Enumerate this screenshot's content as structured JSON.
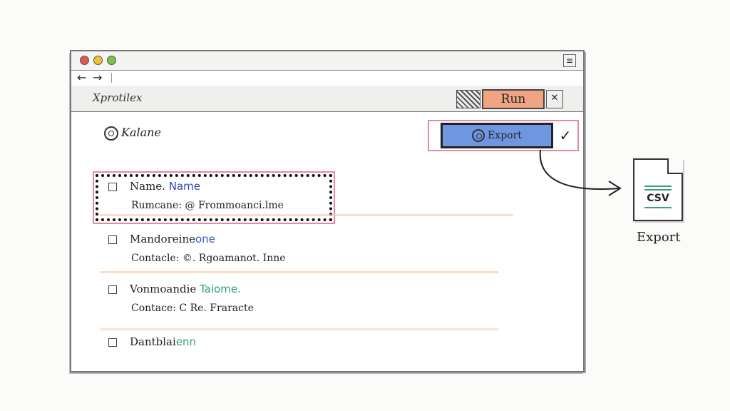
{
  "window": {
    "title_controls": [
      "close",
      "minimize",
      "maximize"
    ],
    "menu_glyph": "≡",
    "nav": {
      "back": "←",
      "forward": "→"
    }
  },
  "toolbar": {
    "app_title": "Xprotilex",
    "run_label": "Run",
    "close_glyph": "✕"
  },
  "section": {
    "title": "Kalane"
  },
  "export": {
    "label": "Export",
    "check_glyph": "✓"
  },
  "records": [
    {
      "name": "Name.",
      "name_accent": "Name",
      "sub": "Rumcane: @ Frommoanci.lme",
      "selected": true
    },
    {
      "name": "Mandoreine",
      "name_accent": "one",
      "sub": "Contacle: ©. Rgoamanot. Inne",
      "selected": false
    },
    {
      "name": "Vonmoandie",
      "name_accent": "Taiome.",
      "sub": "Contace: C Re. Fraracte",
      "selected": false
    },
    {
      "name": "Dantblai",
      "name_accent": "enn",
      "sub": "",
      "selected": false
    }
  ],
  "side_export": {
    "file_type": "CSV",
    "label": "Export"
  },
  "colors": {
    "run": "#f0a483",
    "export": "#6f96e0",
    "highlight": "#e58aa6",
    "accent_blue": "#2b46b0",
    "accent_green": "#2aa37a"
  }
}
